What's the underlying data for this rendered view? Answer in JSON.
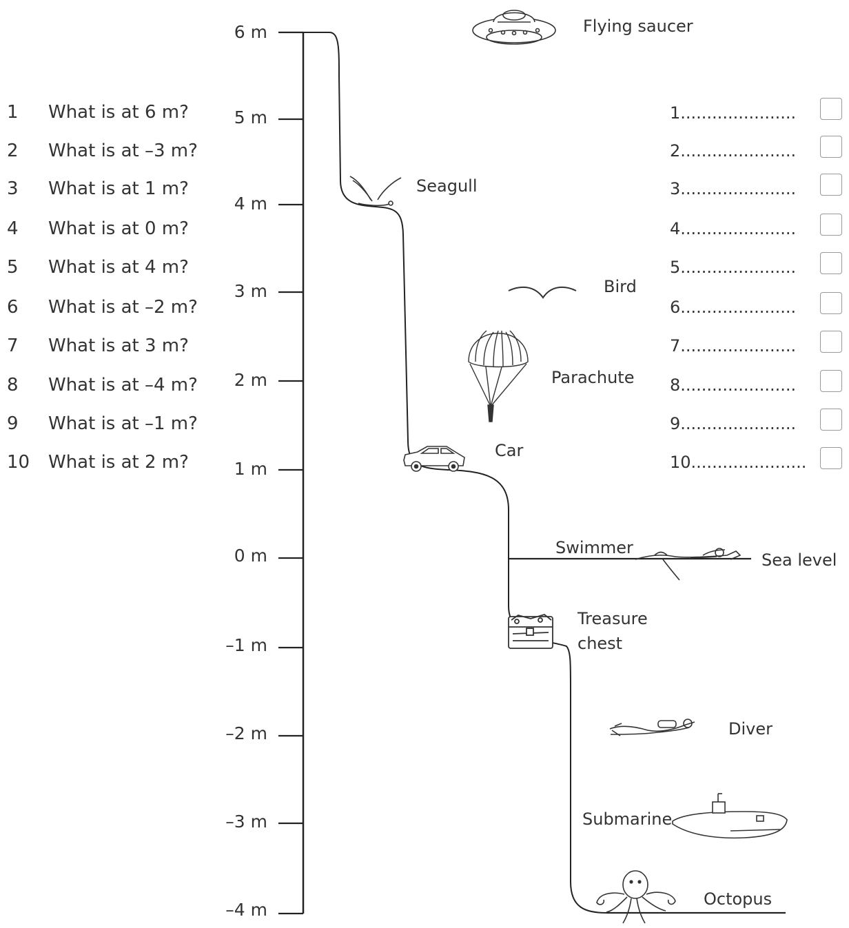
{
  "questions": [
    {
      "num": "1",
      "text": "What is at 6 m?"
    },
    {
      "num": "2",
      "text": "What is at –3 m?"
    },
    {
      "num": "3",
      "text": "What is at 1 m?"
    },
    {
      "num": "4",
      "text": "What is at 0 m?"
    },
    {
      "num": "5",
      "text": "What is at 4 m?"
    },
    {
      "num": "6",
      "text": "What is at –2 m?"
    },
    {
      "num": "7",
      "text": "What is at 3 m?"
    },
    {
      "num": "8",
      "text": "What is at –4 m?"
    },
    {
      "num": "9",
      "text": "What is at –1 m?"
    },
    {
      "num": "10",
      "text": "What is at 2 m?"
    }
  ],
  "scale": {
    "ticks": [
      "6 m",
      "5 m",
      "4 m",
      "3 m",
      "2 m",
      "1 m",
      "0 m",
      "–1 m",
      "–2 m",
      "–3 m",
      "–4 m"
    ]
  },
  "objects": {
    "flying_saucer": "Flying saucer",
    "seagull": "Seagull",
    "bird": "Bird",
    "parachute": "Parachute",
    "car": "Car",
    "swimmer": "Swimmer",
    "sea_level": "Sea level",
    "treasure_line1": "Treasure",
    "treasure_line2": "chest",
    "diver": "Diver",
    "submarine": "Submarine",
    "octopus": "Octopus"
  },
  "answers": [
    {
      "label": "1"
    },
    {
      "label": "2"
    },
    {
      "label": "3"
    },
    {
      "label": "4"
    },
    {
      "label": "5"
    },
    {
      "label": "6"
    },
    {
      "label": "7"
    },
    {
      "label": "8"
    },
    {
      "label": "9"
    },
    {
      "label": "10"
    }
  ],
  "answer_dots": "......................"
}
